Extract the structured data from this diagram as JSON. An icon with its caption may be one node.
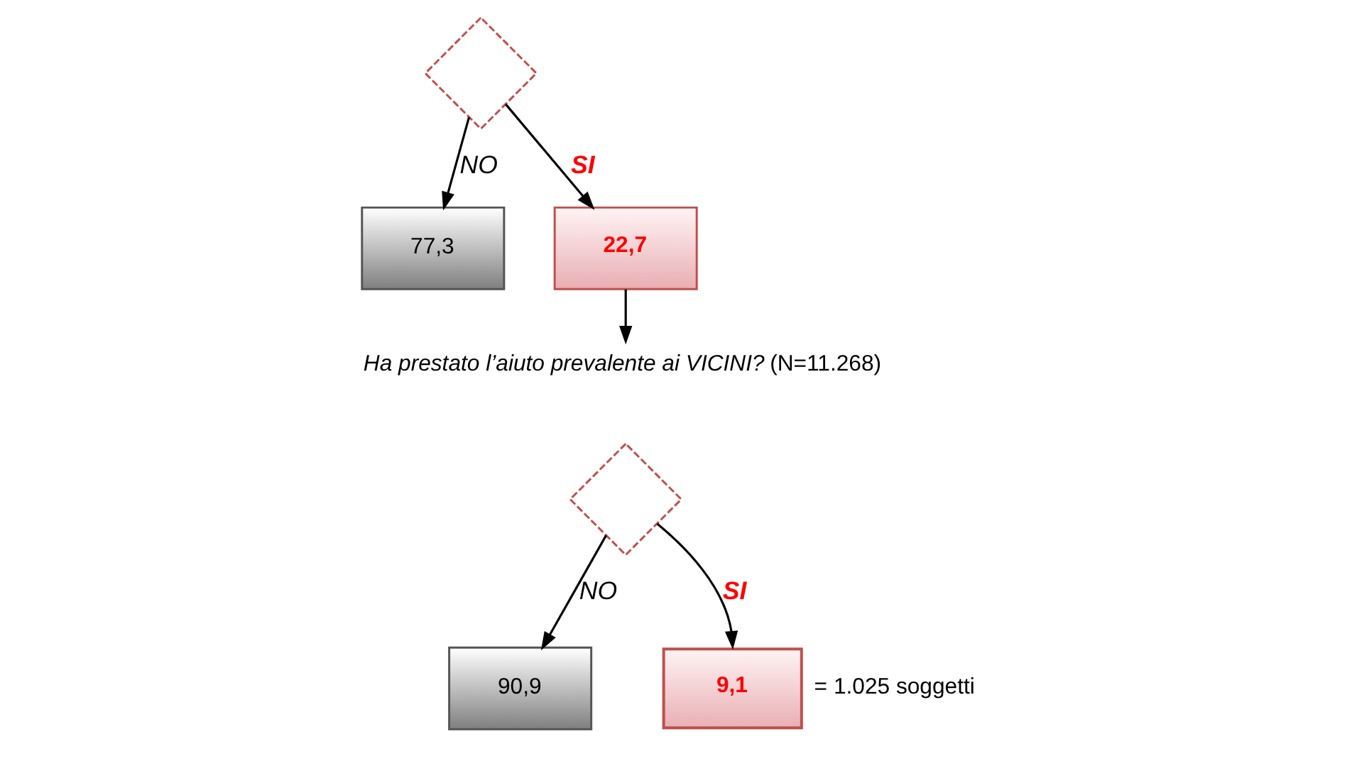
{
  "diagram": {
    "nodes": [
      {
        "text": [],
        "shape": "diamond"
      },
      {
        "text": [
          "77,3"
        ]
      },
      {
        "text": [
          "22,7"
        ]
      },
      {
        "text": [
          "*Ha prestato l’aiuto prevalente ai VICINI?* (N=11.268)"
        ]
      },
      {
        "text": [],
        "shape": "diamond"
      },
      {
        "text": [
          "90,9"
        ]
      },
      {
        "text": [
          "9,1"
        ],
        "beside": [
          "= 1.025 soggetti"
        ]
      }
    ],
    "edges": [
      {
        "from": 0,
        "to": 1,
        "arrow": "to",
        "label": "NO"
      },
      {
        "from": 0,
        "to": 2,
        "arrow": "to",
        "label": "SI"
      },
      {
        "from": 2,
        "to": 3,
        "arrow": "to"
      },
      {
        "from": 4,
        "to": 5,
        "arrow": "to",
        "label": "NO"
      },
      {
        "from": 4,
        "to": 6,
        "arrow": "to",
        "label": "SI"
      }
    ]
  }
}
